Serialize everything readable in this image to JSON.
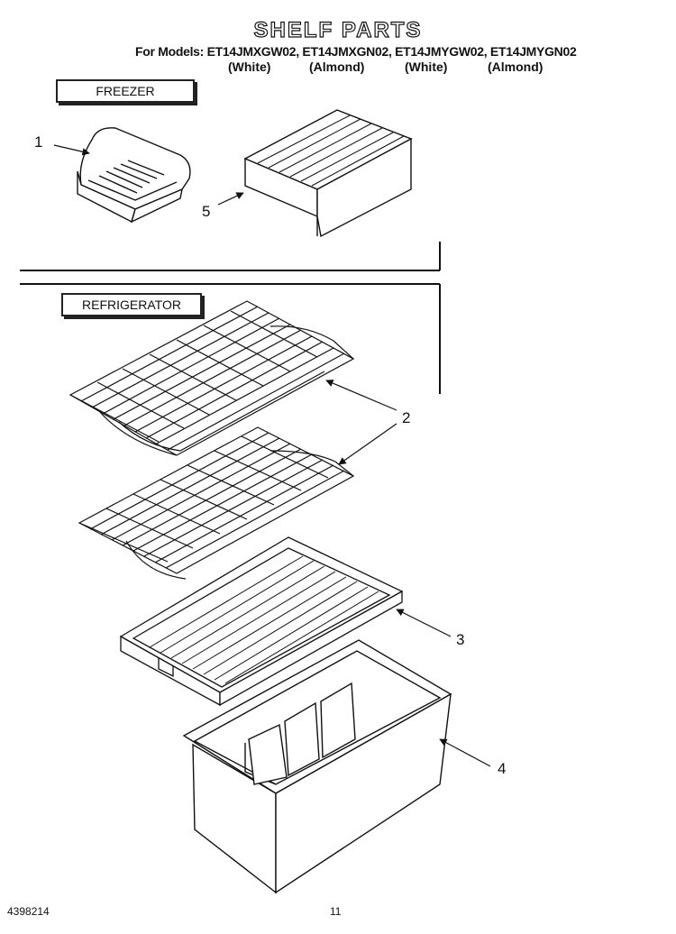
{
  "header": {
    "title": "SHELF PARTS",
    "models_line": "For Models: ET14JMXGW02, ET14JMXGN02, ET14JMYGW02, ET14JMYGN02",
    "colors": [
      "(White)",
      "(Almond)",
      "(White)",
      "(Almond)"
    ]
  },
  "sections": {
    "freezer": "FREEZER",
    "refrigerator": "REFRIGERATOR"
  },
  "callouts": [
    "1",
    "2",
    "3",
    "4",
    "5"
  ],
  "footer": {
    "doc_number": "4398214",
    "page_number": "11"
  }
}
